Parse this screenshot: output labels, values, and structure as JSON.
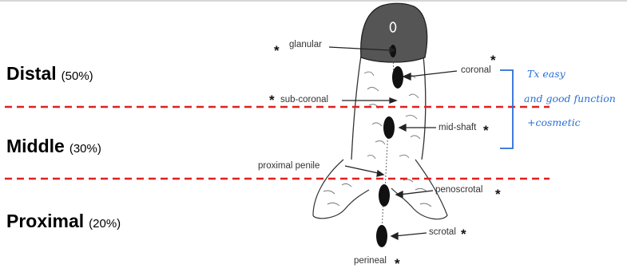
{
  "zones": [
    {
      "id": "distal",
      "name": "Distal",
      "percent": "(50%)"
    },
    {
      "id": "middle",
      "name": "Middle",
      "percent": "(30%)"
    },
    {
      "id": "proximal",
      "name": "Proximal",
      "percent": "(20%)"
    }
  ],
  "locations": {
    "glanular": "glanular",
    "coronal": "coronal",
    "sub_coronal": "sub-coronal",
    "mid_shaft": "mid-shaft",
    "proximal_penile": "proximal penile",
    "penoscrotal": "penoscrotal",
    "scrotal": "scrotal",
    "perineal": "perineal"
  },
  "annotation": {
    "line1": "Tx easy",
    "line2": "and good function",
    "line3": "+cosmetic"
  },
  "marker": "*",
  "colors": {
    "divider": "#e02020",
    "annotation": "#2a6fd6",
    "glans": "#555555",
    "meatus": "#111111"
  }
}
